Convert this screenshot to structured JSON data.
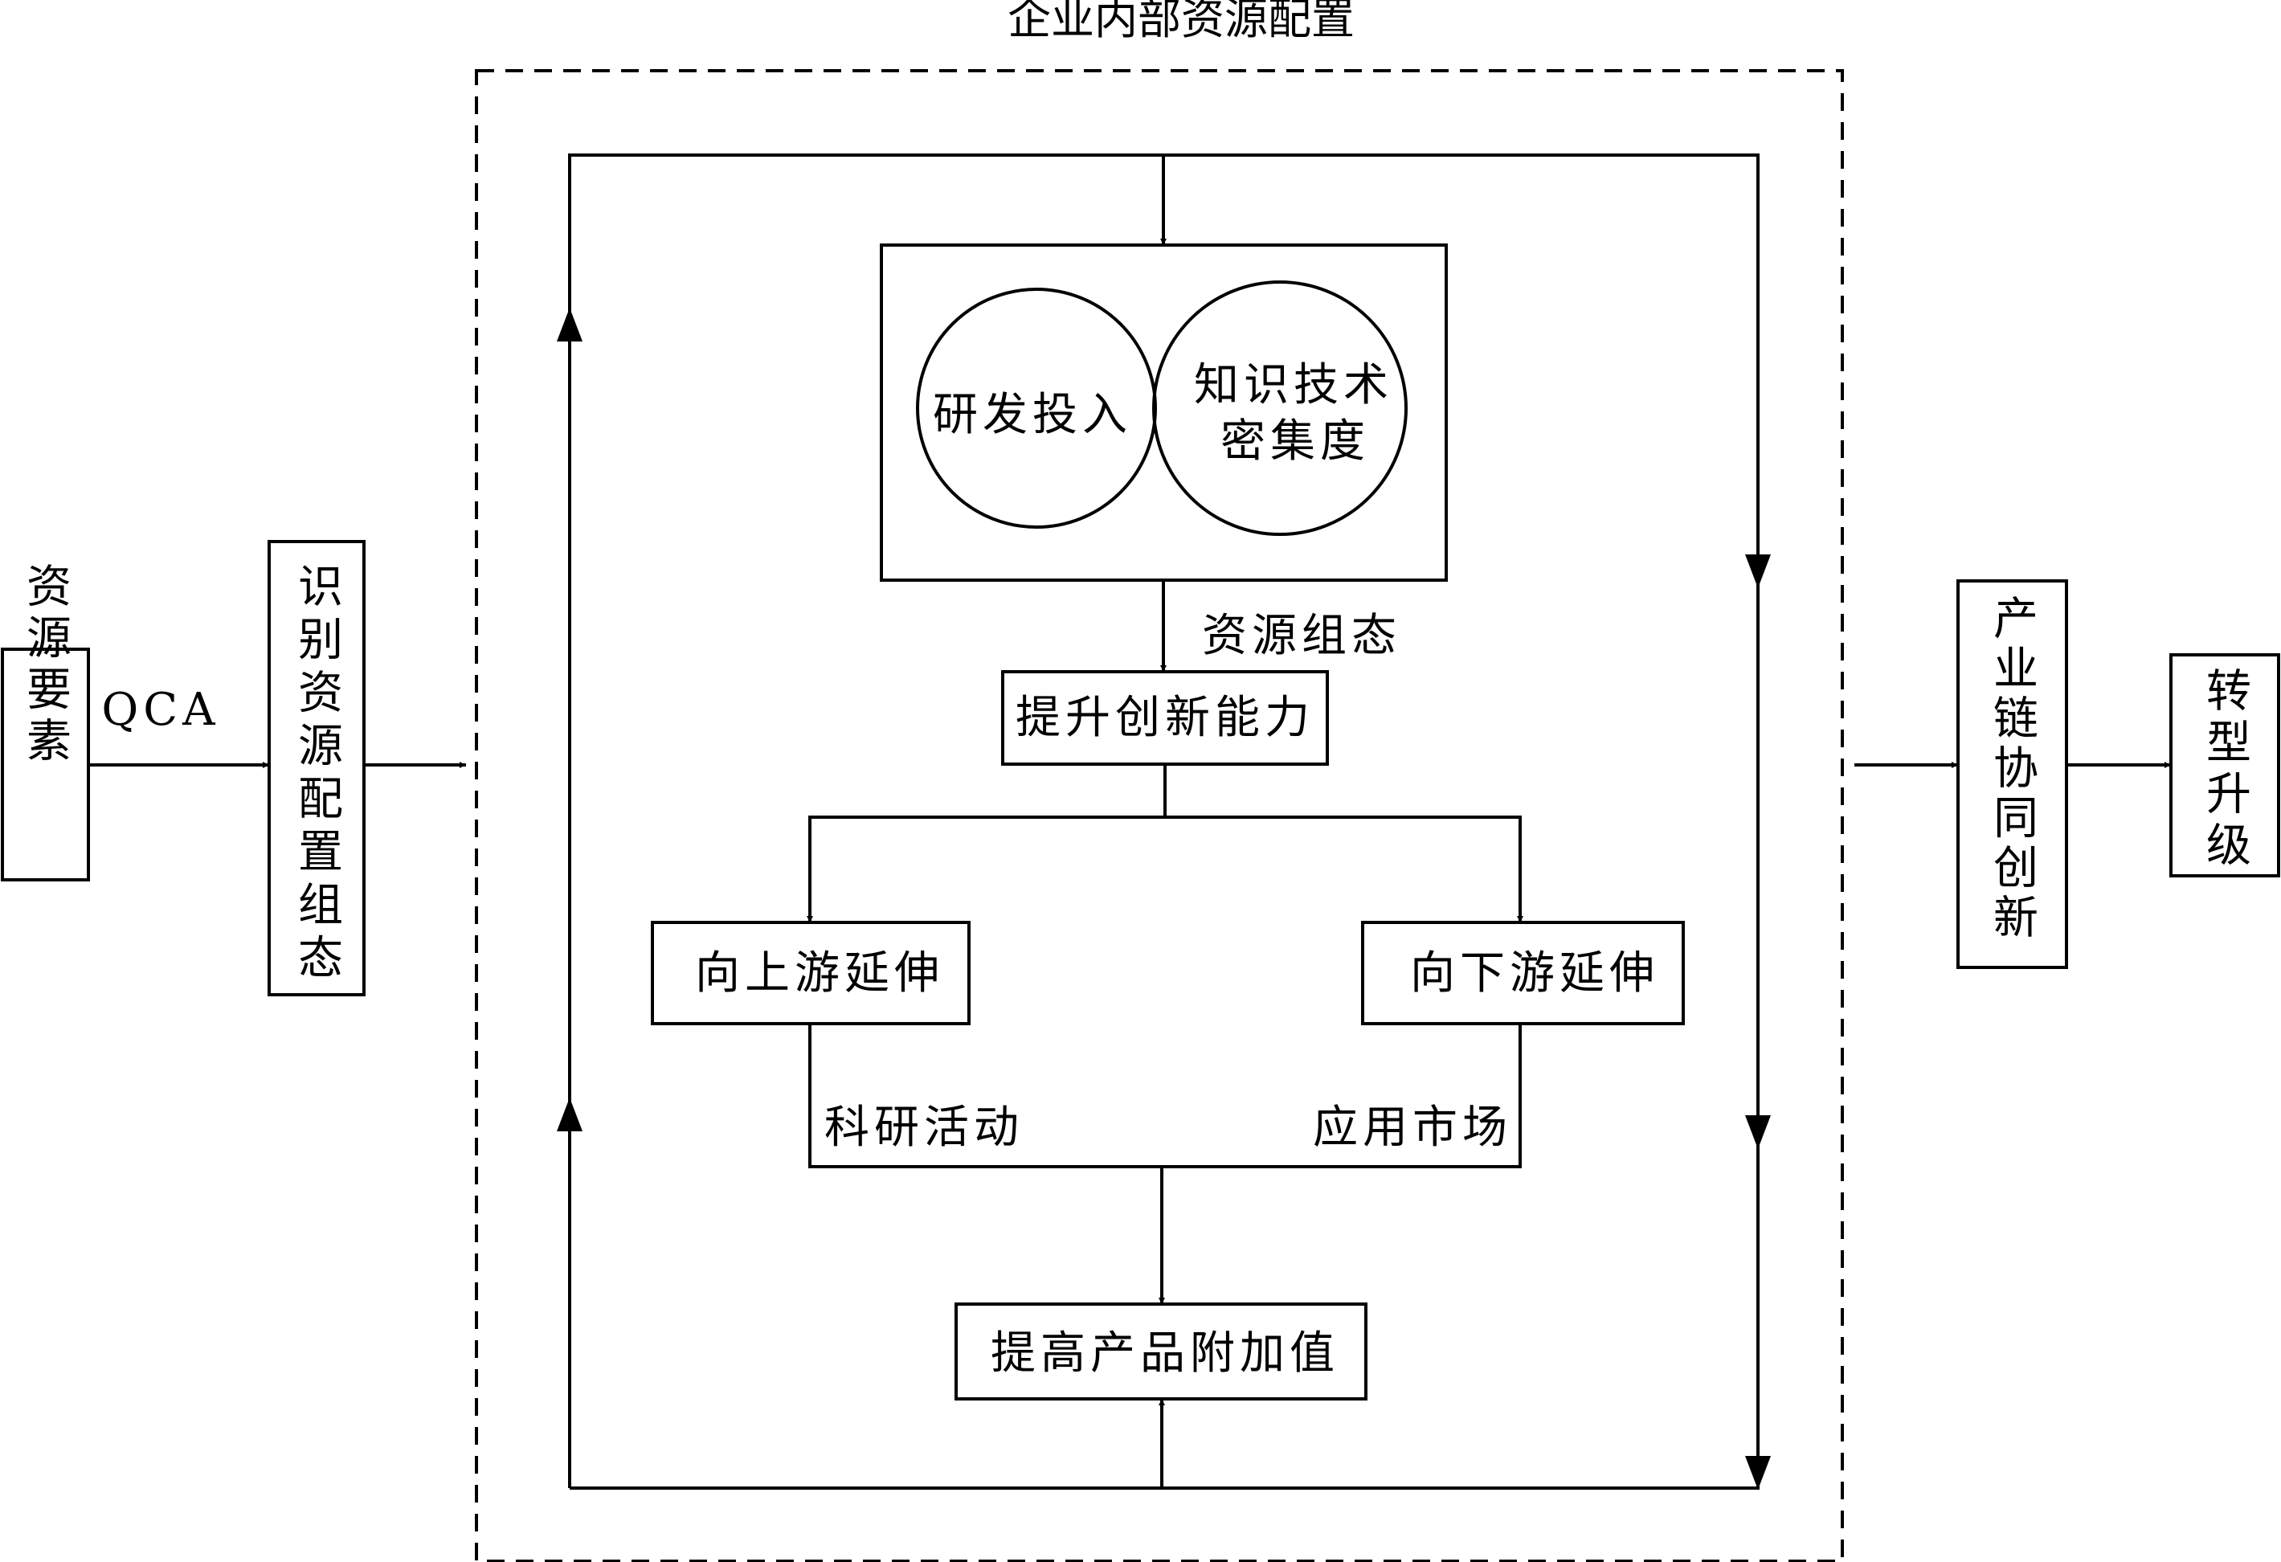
{
  "title": "企业内部资源配置",
  "nodes": {
    "resource_elements": "资源要素",
    "qca": "QCA",
    "identify_config": "识别资源配置组态",
    "rd_input": "研发投入",
    "knowledge_line1": "知识技术",
    "knowledge_line2": "密集度",
    "resource_config_label": "资源组态",
    "improve_innovation": "提升创新能力",
    "upstream": "向上游延伸",
    "downstream": "向下游延伸",
    "research_activity": "科研活动",
    "application_market": "应用市场",
    "value_added": "提高产品附加值",
    "industry_chain": "产业链协同创新",
    "transformation": "转型升级"
  },
  "colors": {
    "line": "#000000",
    "background": "#ffffff"
  }
}
